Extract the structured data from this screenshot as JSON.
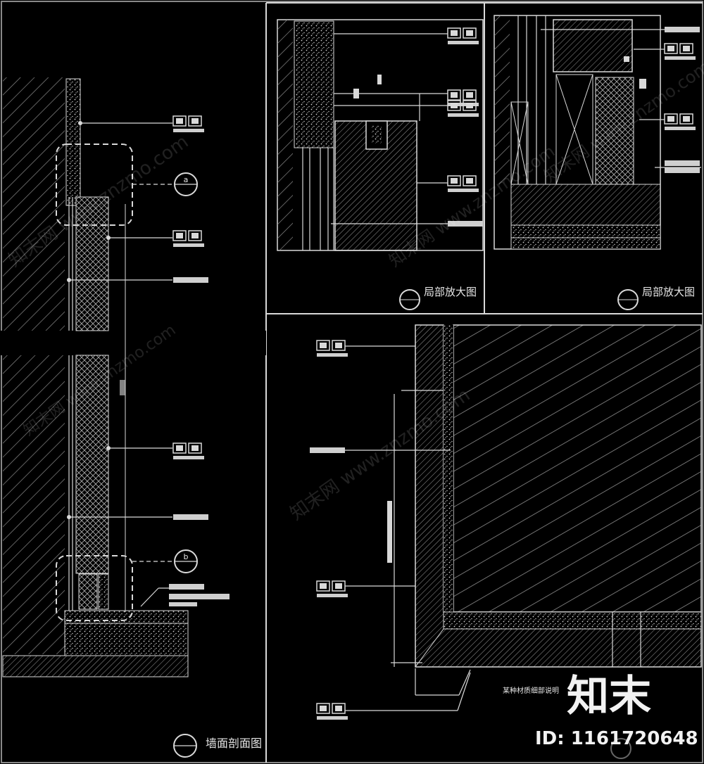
{
  "titles": {
    "left_section": "墙面剖面图",
    "detail_1": "局部放大图",
    "detail_2": "局部放大图",
    "bottom_right": ""
  },
  "symbols": {
    "detail_a": "a",
    "detail_b": "b",
    "title_mark_left": "",
    "title_mark_d1": "",
    "title_mark_d2": ""
  },
  "annotations": {
    "corner_note": "某种材质细部说明"
  },
  "watermark": {
    "text": "知末网 www.znzmo.com",
    "brand": "知末",
    "id_label": "ID: 1161720648"
  },
  "colors": {
    "background": "#000000",
    "line": "#d9d9d9",
    "tag_fill": "#cfcfcf"
  }
}
